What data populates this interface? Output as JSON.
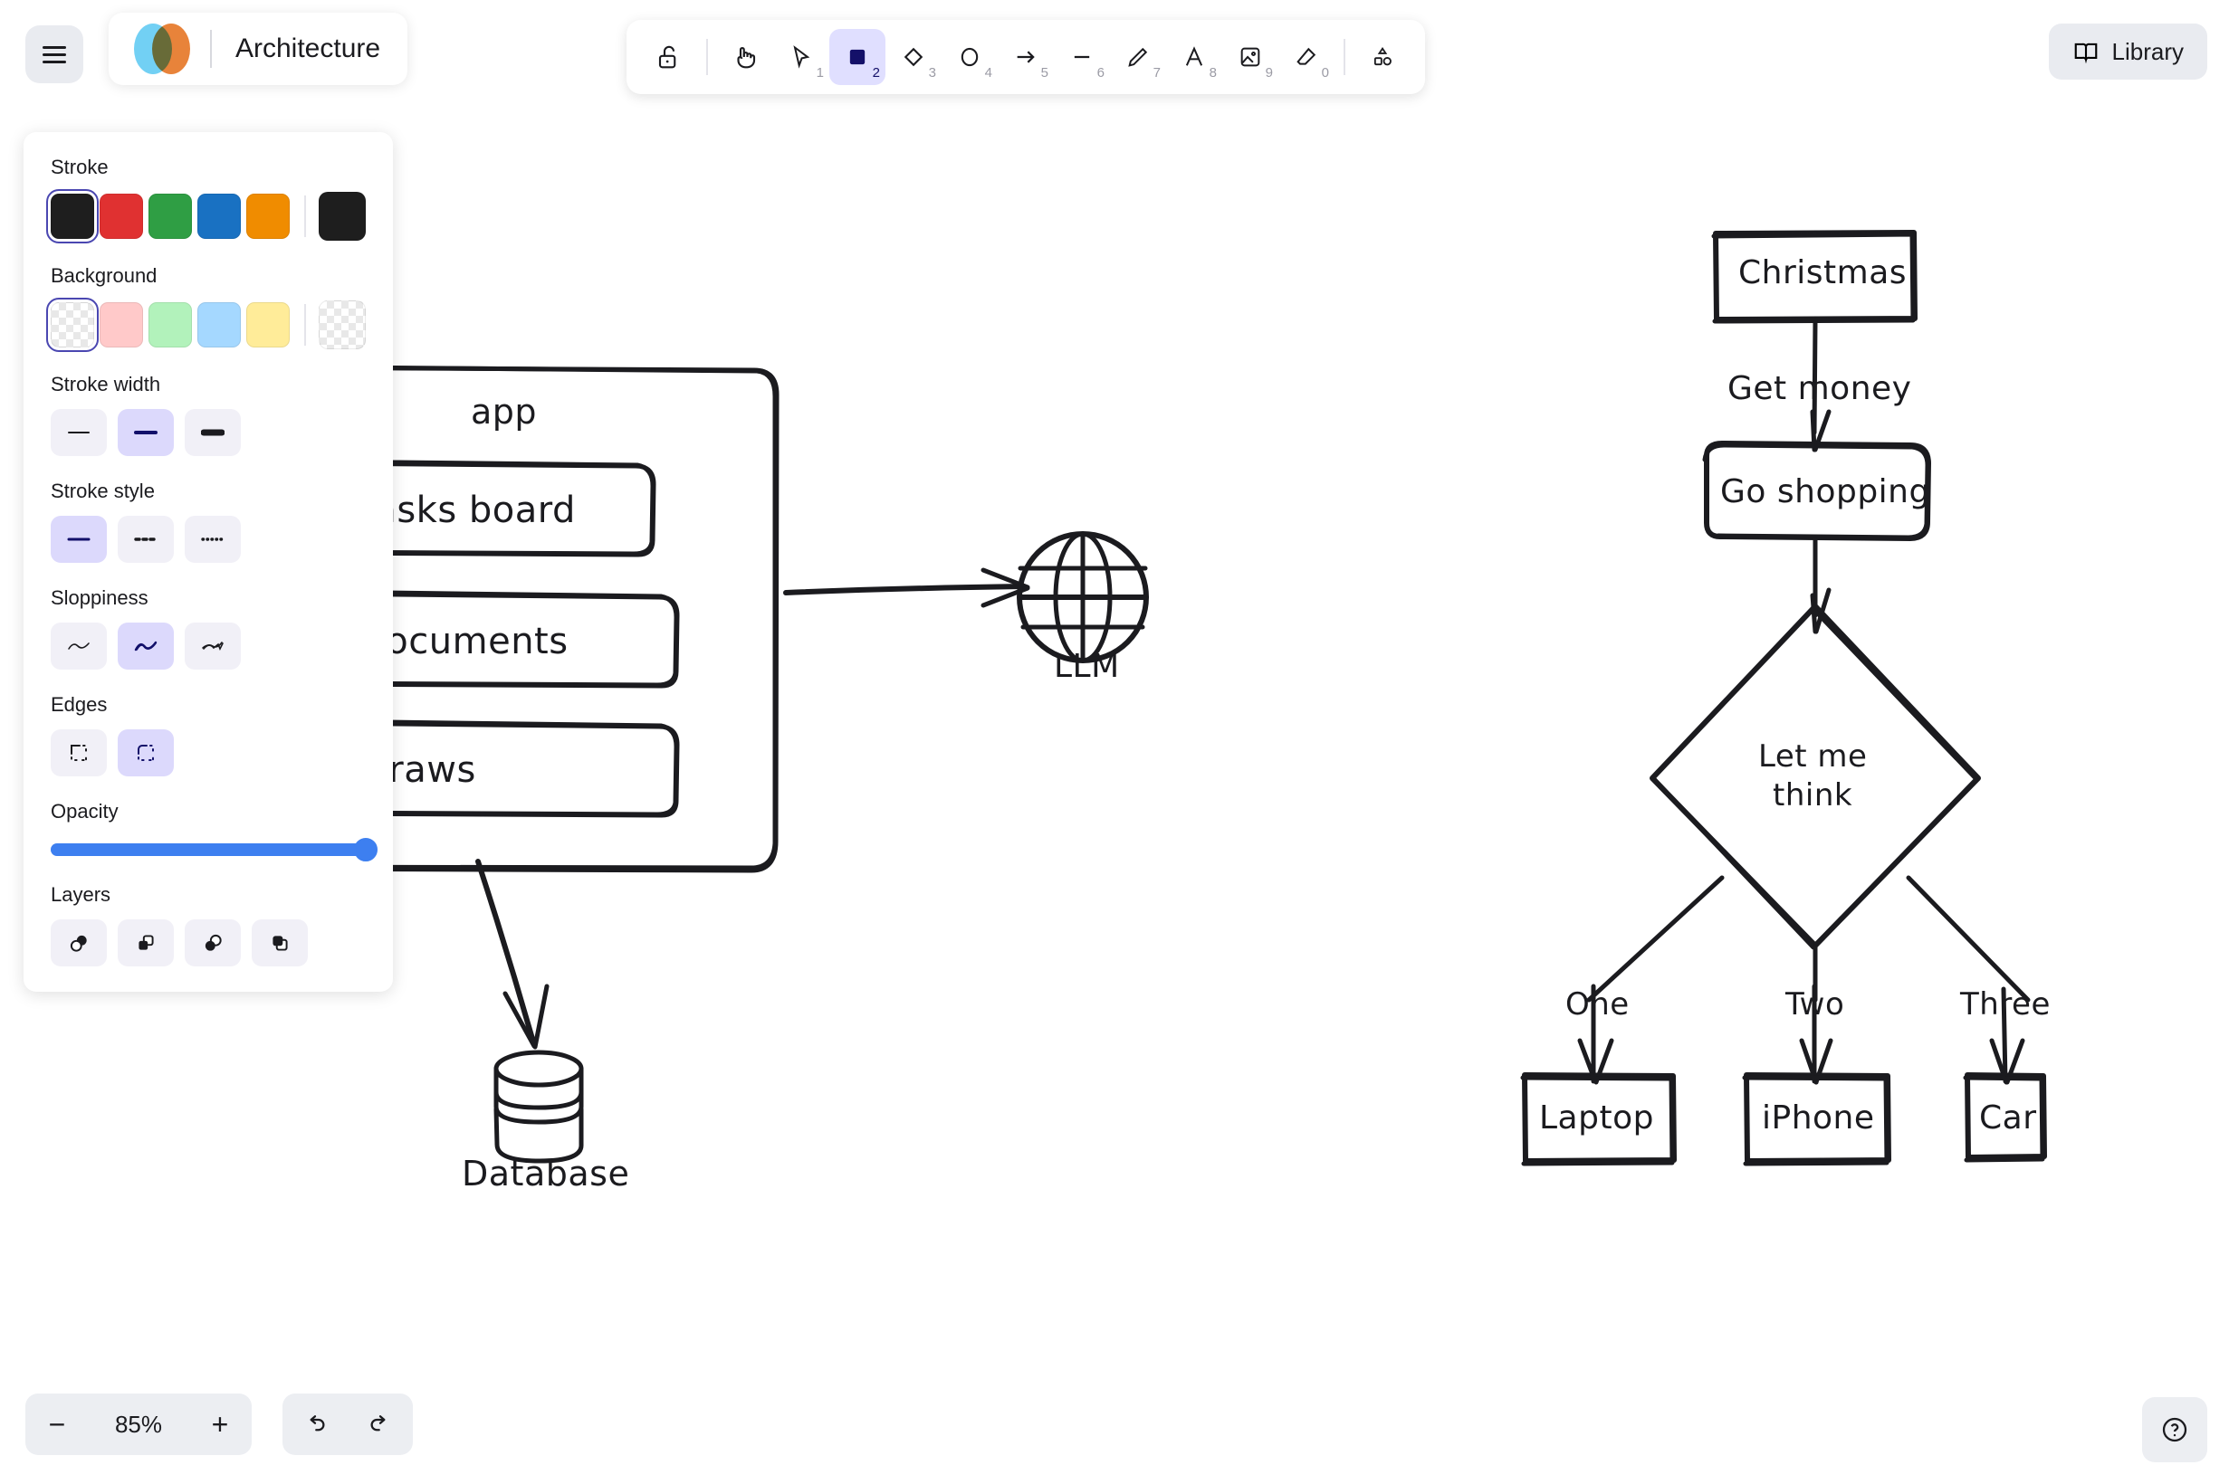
{
  "app": {
    "title": "Architecture",
    "logo_icon": "venn-diagram-logo",
    "menu_icon": "hamburger-menu-icon"
  },
  "toolbar": {
    "tools": [
      {
        "name": "lock",
        "icon": "lock-open-icon",
        "shortcut": "",
        "active": false
      },
      {
        "name": "hand",
        "icon": "hand-icon",
        "shortcut": "",
        "active": false
      },
      {
        "name": "selection",
        "icon": "cursor-icon",
        "shortcut": "1",
        "active": false
      },
      {
        "name": "rectangle",
        "icon": "square-icon",
        "shortcut": "2",
        "active": true
      },
      {
        "name": "diamond",
        "icon": "diamond-icon",
        "shortcut": "3",
        "active": false
      },
      {
        "name": "ellipse",
        "icon": "circle-icon",
        "shortcut": "4",
        "active": false
      },
      {
        "name": "arrow",
        "icon": "arrow-icon",
        "shortcut": "5",
        "active": false
      },
      {
        "name": "line",
        "icon": "line-icon",
        "shortcut": "6",
        "active": false
      },
      {
        "name": "draw",
        "icon": "pencil-icon",
        "shortcut": "7",
        "active": false
      },
      {
        "name": "text",
        "icon": "text-a-icon",
        "shortcut": "8",
        "active": false
      },
      {
        "name": "image",
        "icon": "image-icon",
        "shortcut": "9",
        "active": false
      },
      {
        "name": "eraser",
        "icon": "eraser-icon",
        "shortcut": "0",
        "active": false
      },
      {
        "name": "shapes",
        "icon": "more-shapes-icon",
        "shortcut": "",
        "active": false
      }
    ]
  },
  "library": {
    "label": "Library",
    "icon": "book-icon"
  },
  "panel": {
    "stroke": {
      "label": "Stroke",
      "swatches": [
        "#1e1e1e",
        "#e03131",
        "#2f9e44",
        "#1971c2",
        "#f08c00"
      ],
      "selected_index": 0,
      "current": "#1e1e1e"
    },
    "background": {
      "label": "Background",
      "swatches": [
        "transparent",
        "#ffc9c9",
        "#b2f2bb",
        "#a5d8ff",
        "#ffec99"
      ],
      "selected_index": 0,
      "current": "transparent"
    },
    "stroke_width": {
      "label": "Stroke width",
      "options": [
        "thin",
        "bold",
        "extra-bold"
      ],
      "selected_index": 1
    },
    "stroke_style": {
      "label": "Stroke style",
      "options": [
        "solid",
        "dashed",
        "dotted"
      ],
      "selected_index": 0
    },
    "sloppiness": {
      "label": "Sloppiness",
      "options": [
        "architect",
        "artist",
        "cartoonist"
      ],
      "selected_index": 1
    },
    "edges": {
      "label": "Edges",
      "options": [
        "sharp",
        "round"
      ],
      "selected_index": 1
    },
    "opacity": {
      "label": "Opacity",
      "value": 100
    },
    "layers": {
      "label": "Layers",
      "options": [
        "send-to-back",
        "send-backward",
        "bring-forward",
        "bring-to-front"
      ]
    }
  },
  "footer": {
    "zoom_out": "−",
    "zoom_level": "85%",
    "zoom_in": "+",
    "undo_icon": "undo-icon",
    "redo_icon": "redo-icon",
    "help_icon": "help-question-icon"
  },
  "canvas": {
    "architecture": {
      "container_label": "app",
      "items": [
        "Tasks board",
        "Documents",
        "Draws"
      ],
      "llm_label": "LLM",
      "llm_icon": "globe-icon",
      "database_label": "Database",
      "database_icon": "database-cylinder-icon"
    },
    "flowchart": {
      "start": "Christmas",
      "edge1": "Get money",
      "process": "Go shopping",
      "decision": "Let me\nthink",
      "decision_line1": "Let me",
      "decision_line2": "think",
      "branches": [
        {
          "label": "One",
          "target": "Laptop"
        },
        {
          "label": "Two",
          "target": "iPhone"
        },
        {
          "label": "Three",
          "target": "Car"
        }
      ]
    }
  }
}
